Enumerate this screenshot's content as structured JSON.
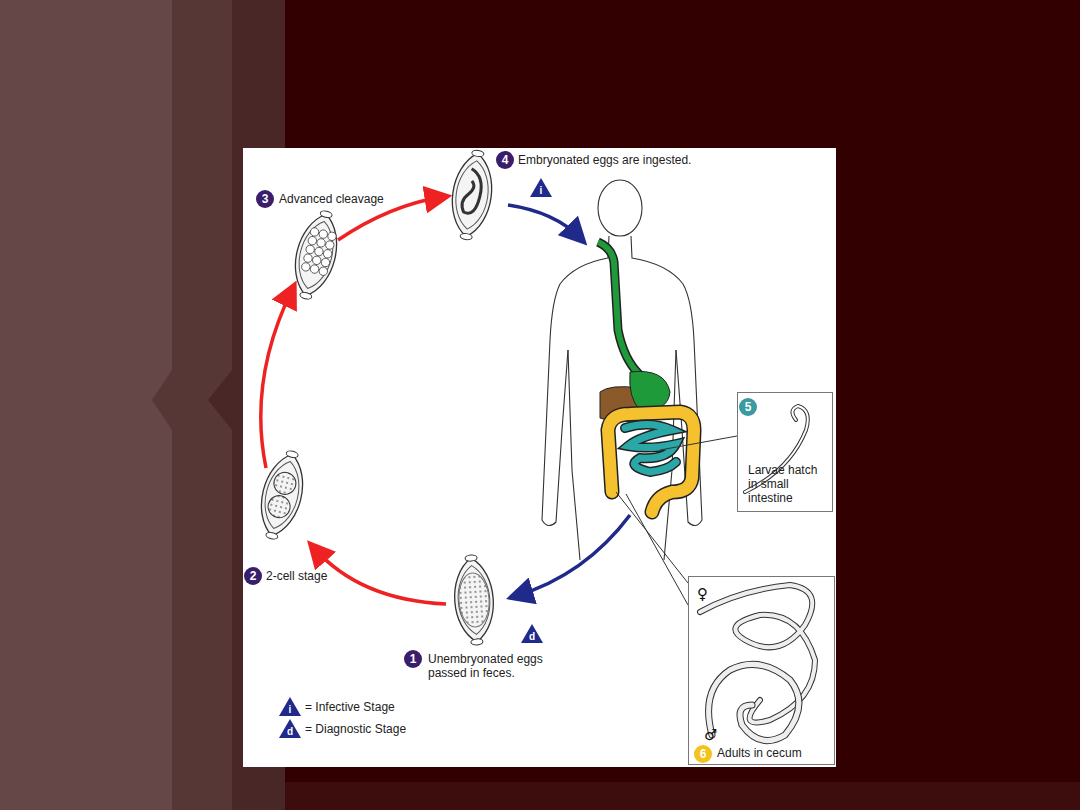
{
  "diagram": {
    "nodes": [
      {
        "text": [
          "Larvae hatch in small intestine"
        ]
      },
      {
        "text": [
          "Adults in cecum"
        ]
      }
    ],
    "labels": [
      "4",
      "Embryonated eggs are ingested.",
      "i",
      "3",
      "Advanced cleavage",
      "2",
      "2-cell stage",
      "1",
      "Unembryonated eggs passed in feces.",
      "d",
      "5",
      "♀",
      "♂",
      "6",
      "i",
      "d"
    ],
    "legend": [
      {
        "text": "= Infective Stage"
      },
      {
        "text": "= Diagnostic Stage"
      }
    ]
  }
}
